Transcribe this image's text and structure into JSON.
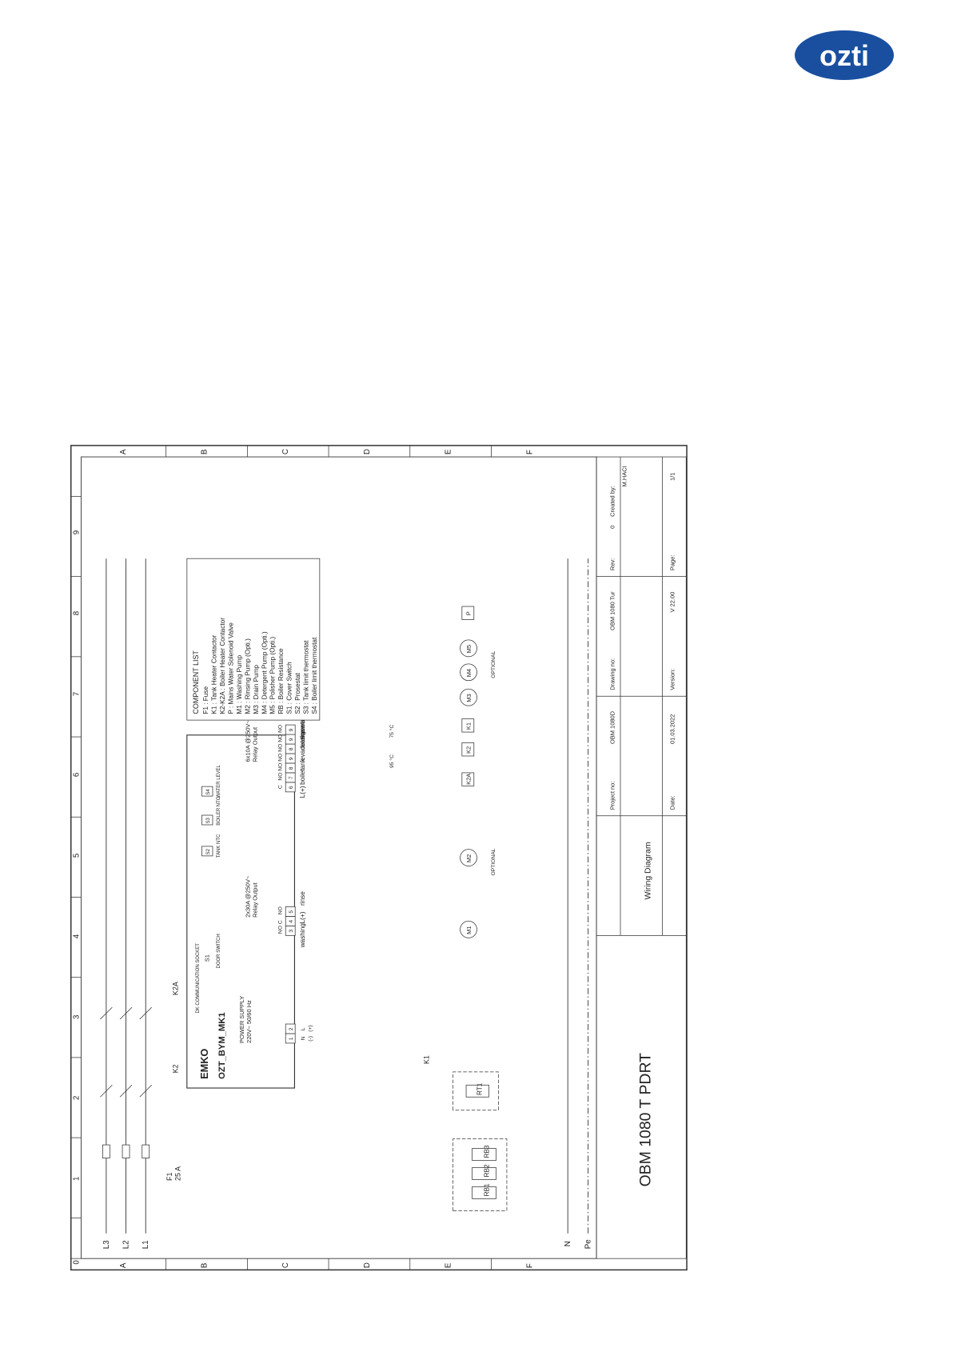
{
  "brand": {
    "logo_text": "ozti",
    "color": "#1a4fa0"
  },
  "grid": {
    "columns": [
      "0",
      "1",
      "2",
      "3",
      "4",
      "5",
      "6",
      "7",
      "8",
      "9"
    ],
    "rows": [
      "A",
      "B",
      "C",
      "D",
      "E",
      "F"
    ]
  },
  "title_block": {
    "machine": "OBM 1080 T PDRT",
    "title": "Wiring Diagram",
    "project_no_label": "Project no:",
    "project_no": "OBM 1080D",
    "drawing_no_label": "Drawing no:",
    "drawing_no": "OBM 1080 Tur",
    "rev_label": "Rev:",
    "rev": "0",
    "created_by_label": "Created by:",
    "created_by": "M.HACI",
    "date_label": "Date:",
    "date": "01.03.2022",
    "version_label": "Version:",
    "version": "V 22.00",
    "page_label": "Page:",
    "page": "1/1"
  },
  "component_list": {
    "title": "COMPONENT LIST",
    "items": [
      "F1 : Fuse",
      "K1 : Tank Heater Contactor",
      "K2-K2A : Boiler Heater Contactor",
      "P : Mains Water Solenoid Valve",
      "M1 : Washing Pump",
      "M2 : Rinsing Pump (Opti.)",
      "M3 : Drain Pump",
      "M4 : Detergent Pump (Opti.)",
      "M5 : Polisher Pump (Opti.)",
      "RB : Boiler Resistance",
      "S1 : Cover Switch",
      "S2 : Prosestat",
      "S3 : Tank limit thermostat",
      "S4 : Boiler limit thermostat"
    ]
  },
  "lines": {
    "L3": "L3",
    "L2": "L2",
    "L1": "L1",
    "N": "N",
    "Pe": "Pe"
  },
  "fuse": {
    "name": "F1",
    "rating": "25 A"
  },
  "controller": {
    "brand": "EMKO",
    "model": "OZT_BYM_MK1",
    "power_supply": "POWER SUPPLY",
    "power_spec": "220V~ 50/60 Hz",
    "comm_socket": "DK COMMUNICATION SOCKET",
    "door_switch": "DOOR SWITCH",
    "tank_ntc": "TANK NTC",
    "boiler_ntc": "BOILER NTC",
    "water_level": "WATER LEVEL",
    "relay_30a": "2x30A @250V~",
    "relay_30a_sub": "Relay Output",
    "relay_10a": "6x10A @250V~",
    "relay_10a_sub": "Relay Output",
    "terminals_power": [
      "1",
      "2"
    ],
    "power_pins": [
      "N",
      "L"
    ],
    "power_polarity": [
      "(-)",
      "(+)"
    ],
    "terminals_30a": [
      "3",
      "4",
      "5"
    ],
    "terminals_10a": [
      "6",
      "7",
      "8",
      "9",
      "8",
      "9",
      "9"
    ],
    "contacts_30a": [
      "NO",
      "C",
      "NO"
    ],
    "contacts_10a": [
      "C",
      "NO",
      "NO",
      "NO",
      "NO",
      "NO",
      "NO"
    ],
    "outputs": [
      "washing",
      "L(+)",
      "rinse",
      "L(+)",
      "boiler",
      "tank",
      "evacuation",
      "detergent",
      "rinse aid",
      "water valve"
    ]
  },
  "components": {
    "S1": "S1",
    "S2": "S2",
    "S3": "S3",
    "S4": "S4",
    "K1": "K1",
    "K2": "K2",
    "K2A": "K2A",
    "M1": "M1",
    "M2": "M2",
    "M3": "M3",
    "M4": "M4",
    "M5": "M5",
    "P": "P",
    "RB1": "RB1",
    "RB2": "RB2",
    "RB3": "RB3",
    "RT1": "RT1",
    "S3_temp": "75 °C",
    "S4_temp": "95 °C",
    "optional": "OPTIONAL"
  }
}
